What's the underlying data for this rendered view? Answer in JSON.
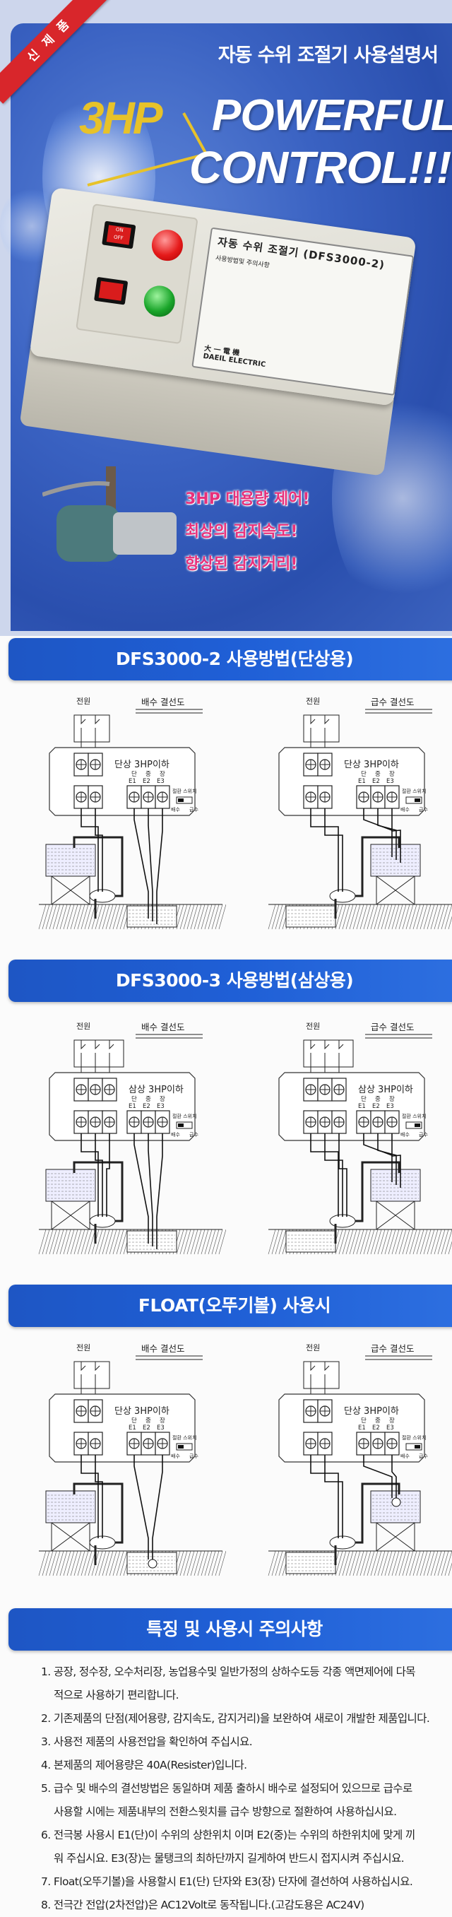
{
  "hero": {
    "ribbon": "신 제 품",
    "title": "자동 수위 조절기 사용설명서",
    "hp": "3HP",
    "headline_1": "POWERFUL",
    "headline_2": "CONTROL!!!",
    "product": {
      "label_title": "자동 수위 조절기 (DFS3000-2)",
      "label_sub": "사용방법및 주의사항",
      "switch_on": "ON",
      "switch_off": "OFF",
      "brand_kr": "大 一 電 機",
      "brand_en": "DAEIL ELECTRIC"
    },
    "slogans": [
      "3HP 대용량 제어!",
      "최상의 감지속도!",
      "향상된 감지거리!"
    ],
    "colors": {
      "accent_yellow": "#e7c22a",
      "slogan_pink": "#e8307a",
      "ribbon_red": "#d8262b"
    }
  },
  "sections": [
    {
      "title": "DFS3000-2 사용방법(단상용)",
      "diagrams": [
        {
          "power": "전원",
          "title": "배수 결선도",
          "spec": "단상 3HP이하",
          "mode": "drain",
          "phases": 2,
          "float": false
        },
        {
          "power": "전원",
          "title": "급수 결선도",
          "spec": "단상 3HP이하",
          "mode": "supply",
          "phases": 2,
          "float": false
        }
      ]
    },
    {
      "title": "DFS3000-3 사용방법(삼상용)",
      "diagrams": [
        {
          "power": "전원",
          "title": "배수 결선도",
          "spec": "삼상 3HP이하",
          "mode": "drain",
          "phases": 3,
          "float": false
        },
        {
          "power": "전원",
          "title": "급수 결선도",
          "spec": "삼상 3HP이하",
          "mode": "supply",
          "phases": 3,
          "float": false
        }
      ]
    },
    {
      "title": "FLOAT(오뚜기볼) 사용시",
      "diagrams": [
        {
          "power": "전원",
          "title": "배수 결선도",
          "spec": "단상 3HP이하",
          "mode": "drain",
          "phases": 2,
          "float": true
        },
        {
          "power": "전원",
          "title": "급수 결선도",
          "spec": "단상 3HP이하",
          "mode": "supply",
          "phases": 2,
          "float": true
        }
      ]
    },
    {
      "title": "특징 및 사용시 주의사항"
    }
  ],
  "terminals": {
    "levels": [
      "단",
      "중",
      "장"
    ],
    "electrodes": [
      "E1",
      "E2",
      "E3"
    ],
    "switch_label": "절환 스위치",
    "switch_left": "배수",
    "switch_right": "급수"
  },
  "notes": [
    [
      "1. 공장, 정수장, 오수처리장, 농업용수및 일반가정의 상하수도등 각종 액면제어에 다목",
      "적으로 사용하기 편리합니다."
    ],
    [
      "2. 기존제품의 단점(제어용량, 감지속도, 감지거리)을 보완하여 새로이 개발한 제품입니다."
    ],
    [
      "3. 사용전 제품의 사용전압을 확인하여 주십시요."
    ],
    [
      "4. 본제품의 제어용량은 40A(Resister)입니다."
    ],
    [
      "5. 급수 및 배수의 결선방법은 동일하며 제품 출하시 배수로 설정되어 있으므로 급수로",
      "사용할 시에는 제품내부의 전환스윗치를 급수 방향으로 절환하여 사용하십시요."
    ],
    [
      "6. 전극봉 사용시 E1(단)이 수위의 상한위치 이며  E2(중)는 수위의 하한위치에 맞게 끼",
      "워 주십시요. E3(장)는 물탱크의 최하단까지 길게하여 반드시 접지시켜 주십시요."
    ],
    [
      "7. Float(오뚜기볼)을 사용할시 E1(단) 단자와 E3(장) 단자에 결선하여 사용하십시요."
    ],
    [
      "8. 전극간 전압(2차전압)은 AC12Volt로 동작됩니다.(고감도용은 AC24V)"
    ]
  ],
  "colors": {
    "section_bar": "#1f5fd6"
  }
}
